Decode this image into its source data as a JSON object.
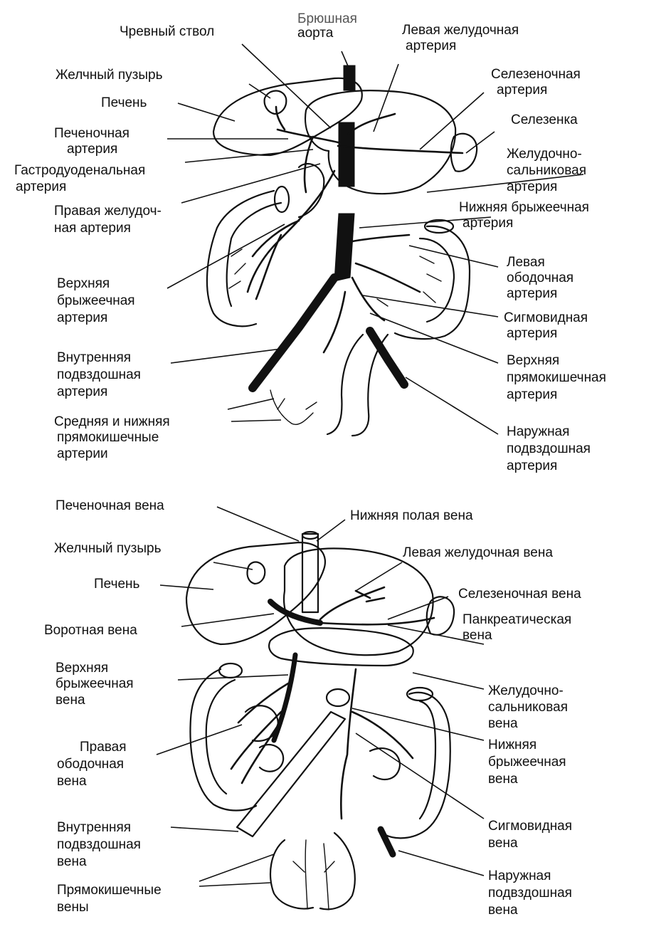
{
  "top": {
    "labels": [
      "Брюшная",
      "аорта",
      "Чревный ствол",
      "Левая желудочная",
      "артерия",
      "Желчный пузырь",
      "Селезеночная",
      "артерия",
      "Печень",
      "Селезенка",
      "Печеночная",
      "артерия",
      "Желудочно-",
      "сальниковая",
      "артерия",
      "Гастродуоденальная",
      "артерия",
      "Правая желудоч-",
      "ная артерия",
      "Нижняя брыжеечная",
      "артерия",
      "Левая",
      "ободочная",
      "артерия",
      "Верхняя",
      "брыжеечная",
      "артерия",
      "Сигмовидная",
      "артерия",
      "Внутренняя",
      "подвздошная",
      "артерия",
      "Верхняя",
      "прямокишечная",
      "артерия",
      "Средняя и нижняя",
      "прямокишечные",
      "артерии",
      "Наружная",
      "подвздошная",
      "артерия"
    ]
  },
  "bottom": {
    "labels": [
      "Печеночная вена",
      "Нижняя полая вена",
      "Желчный пузырь",
      "Левая желудочная вена",
      "Печень",
      "Селезеночная вена",
      "Панкреатическая",
      "вена",
      "Воротная вена",
      "Верхняя",
      "брыжеечная",
      "вена",
      "Желудочно-",
      "сальниковая",
      "вена",
      "Правая",
      "ободочная",
      "вена",
      "Нижняя",
      "брыжеечная",
      "вена",
      "Внутренняя",
      "подвздошная",
      "вена",
      "Сигмовидная",
      "вена",
      "Прямокишечные",
      "вены",
      "Наружная",
      "подвздошная",
      "вена"
    ]
  }
}
